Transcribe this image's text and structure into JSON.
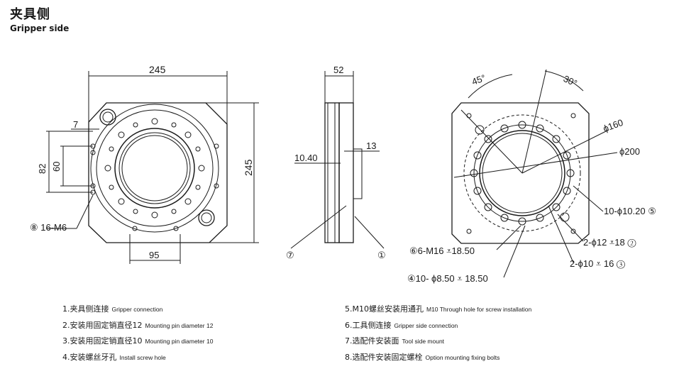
{
  "header": {
    "title_cn": "夹具侧",
    "title_en": "Gripper side"
  },
  "dims": {
    "width": "245",
    "height": "245",
    "h82": "82",
    "h60": "60",
    "w7": "7",
    "w95": "95",
    "side_w": "52",
    "side_13": "13",
    "side_1040": "10.40",
    "d160": "ϕ160",
    "d200": "ϕ200",
    "a45": "45°",
    "a30": "30°"
  },
  "callouts": {
    "c8": "⑧ 16-M6",
    "c7": "⑦",
    "c1": "①",
    "c5": "10-ϕ10.20 ⑤",
    "c2": "2-ϕ12 ⩡18 ②",
    "c3": "2-ϕ10 ⩡ 16 ③",
    "c6": "⑥6-M16 ⩡18.50",
    "c4": "④10- ϕ8.50 ⩡ 18.50"
  },
  "notes_left": [
    {
      "cn": "1.夹具侧连接",
      "en": "Gripper connection"
    },
    {
      "cn": "2.安装用固定销直径12",
      "en": "Mounting pin diameter 12"
    },
    {
      "cn": "3.安装用固定销直径10",
      "en": "Mounting pin diameter 10"
    },
    {
      "cn": "4.安装螺丝牙孔",
      "en": "Install screw hole"
    }
  ],
  "notes_right": [
    {
      "cn": "5.M10螺丝安装用通孔",
      "en": "M10 Through hole for screw installation"
    },
    {
      "cn": "6.工具侧连接",
      "en": "Gripper side connection"
    },
    {
      "cn": "7.选配件安装面",
      "en": "Tool side mount"
    },
    {
      "cn": "8.选配件安装固定螺栓",
      "en": "Option mounting fixing bolts"
    }
  ]
}
